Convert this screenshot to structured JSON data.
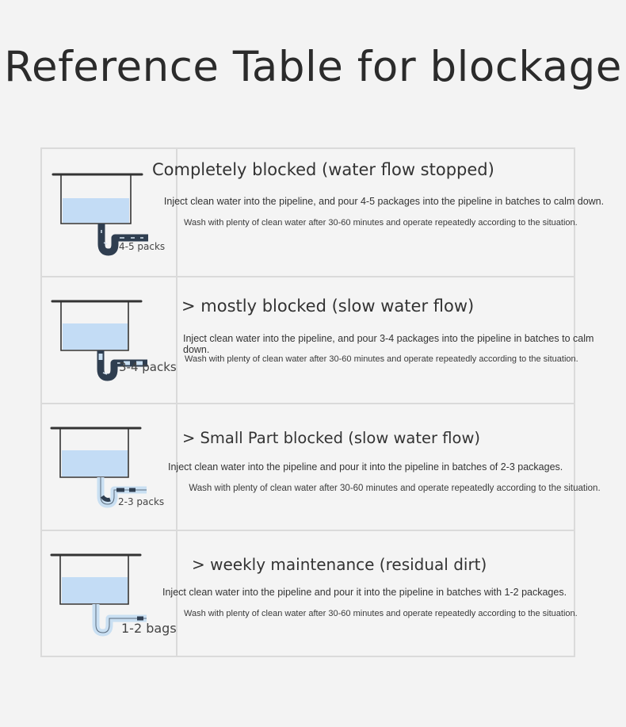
{
  "title": "Reference Table for blockage",
  "colors": {
    "water": "#c3dcf5",
    "pipe_dark": "#2f3e50",
    "pipe_light": "#c9dff2",
    "border": "#dadada",
    "background": "#f3f3f3"
  },
  "rows": [
    {
      "heading": "Completely blocked (water flow stopped)",
      "line1": "Inject clean water into the pipeline, and pour 4-5 packages into the pipeline in batches to calm down.",
      "line2": "Wash with plenty of clean water after 30-60 minutes and operate repeatedly according to the situation.",
      "dosage": "4-5 packs",
      "icon": "clogged-sink-icon"
    },
    {
      "heading": "> mostly blocked (slow water flow)",
      "line1": "Inject clean water into the pipeline, and pour 3-4 packages into the pipeline in batches to calm down.",
      "line2": "Wash with plenty of clean water after 30-60 minutes and operate repeatedly according to the situation.",
      "dosage": "3-4 packs",
      "icon": "partially-clogged-sink-icon"
    },
    {
      "heading": "> Small Part blocked (slow water flow)",
      "line1": "Inject clean water into the pipeline and pour it into the pipeline in batches of 2-3 packages.",
      "line2": "Wash with plenty of clean water after 30-60 minutes and operate repeatedly according to the situation.",
      "dosage": "2-3 packs",
      "icon": "lightly-clogged-sink-icon"
    },
    {
      "heading": "> weekly maintenance (residual dirt)",
      "line1": "Inject clean water into the pipeline and pour it into the pipeline in batches with 1-2 packages.",
      "line2": "Wash with plenty of clean water after 30-60 minutes and operate repeatedly according to the situation.",
      "dosage": "1-2 bags",
      "icon": "clean-sink-icon"
    }
  ]
}
